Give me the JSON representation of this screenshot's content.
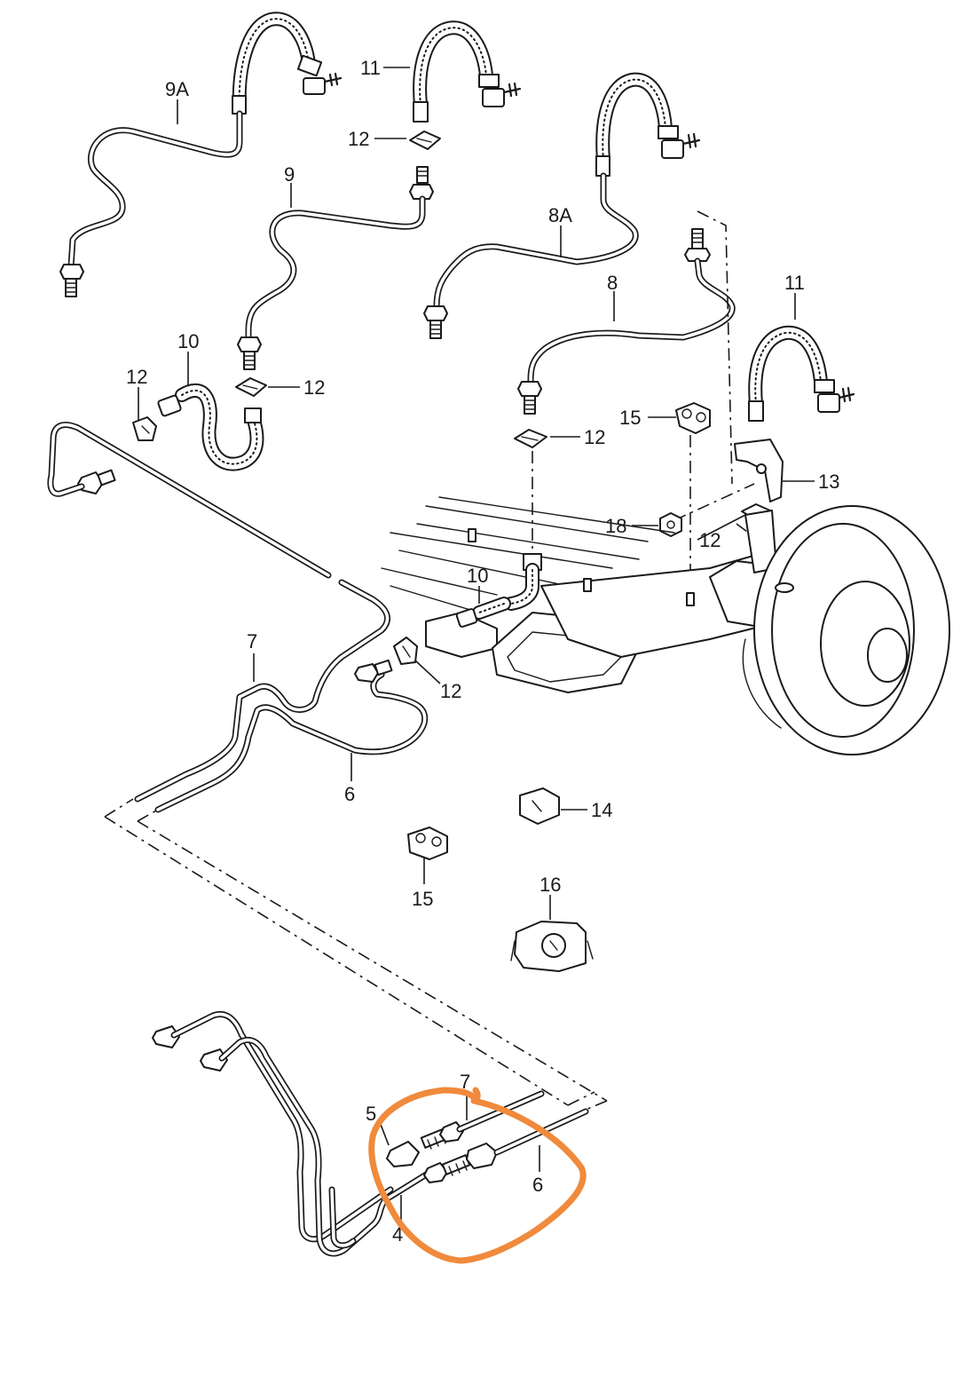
{
  "labels": {
    "l9a": "9A",
    "l11a": "11",
    "l12a": "12",
    "l9": "9",
    "l8a": "8A",
    "l8": "8",
    "l11b": "11",
    "l10a": "10",
    "l12b": "12",
    "l12c": "12",
    "l12d": "12",
    "l15a": "15",
    "l13": "13",
    "l18": "18",
    "l12e": "12",
    "l10b": "10",
    "l7a": "7",
    "l12f": "12",
    "l6a": "6",
    "l14": "14",
    "l15b": "15",
    "l16": "16",
    "l7b": "7",
    "l5": "5",
    "l6b": "6",
    "l4": "4"
  },
  "colors": {
    "ink": "#1a1a1a",
    "annotation": "#f08a3c",
    "background": "#ffffff"
  }
}
